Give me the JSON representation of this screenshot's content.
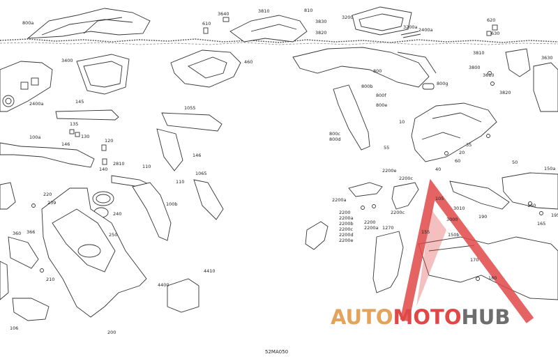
{
  "diagram_code": "52MA050",
  "watermark": {
    "part1": "AUTO",
    "part2": "MOTO",
    "part3": "HUB",
    "colors": {
      "auto": "#e3a35a",
      "moto": "#e04848",
      "hub": "#6e6e6e",
      "triangle": "#e04848"
    }
  },
  "labels": {
    "l800a": "800a",
    "l3640": "3640",
    "l610": "610",
    "l3810": "3810",
    "l810": "810",
    "l3830": "3830",
    "l3820a": "3820",
    "l3200": "3200",
    "l3200a": "3200a",
    "l2400a_top": "2400a",
    "l620": "620",
    "l630": "630",
    "l3400": "3400",
    "l460": "460",
    "l800": "800",
    "l3810b": "3810",
    "l3630": "3630",
    "l3800": "3800",
    "l3610": "3610",
    "l3820": "3820",
    "l800b": "800b",
    "l800f": "800f",
    "l800e": "800e",
    "l800g": "800g",
    "l2400a": "2400a",
    "l145": "145",
    "l1055": "1055",
    "l135": "135",
    "l130": "130",
    "l10": "10",
    "l800c": "800c",
    "l800d": "800d",
    "l100a": "100a",
    "l146": "146",
    "l146b": "146",
    "l120": "120",
    "l55": "55",
    "l35": "35",
    "l20": "20",
    "l60": "60",
    "l2810": "2810",
    "l110": "110",
    "l140": "140",
    "l110b": "110",
    "l1065": "1065",
    "l40": "40",
    "l50": "50",
    "l150a": "150a",
    "l220": "220",
    "l239": "239",
    "l240": "240",
    "l100b": "100b",
    "l2200e": "2200e",
    "l2200c_top": "2200c",
    "l2200a": "2200a",
    "l105": "105",
    "l160": "160",
    "l165": "165",
    "l195": "195",
    "l2200": "2200",
    "l2200a2": "2200a",
    "l2200b": "2200b",
    "l2200c": "2200c",
    "l2200d": "2200d",
    "l2200e2": "2200e",
    "l2200_right": "2200",
    "l2200a_right": "2200a",
    "l3010": "3010",
    "l190": "190",
    "l3000": "3000",
    "l366": "366",
    "l360": "360",
    "l250": "250",
    "l1270": "1270",
    "l155": "155",
    "l150b": "150b",
    "l170": "170",
    "l180": "180",
    "l210": "210",
    "l4410": "4410",
    "l4400": "4400",
    "l106": "106",
    "l200": "200",
    "l2200c_mid": "2200c"
  }
}
